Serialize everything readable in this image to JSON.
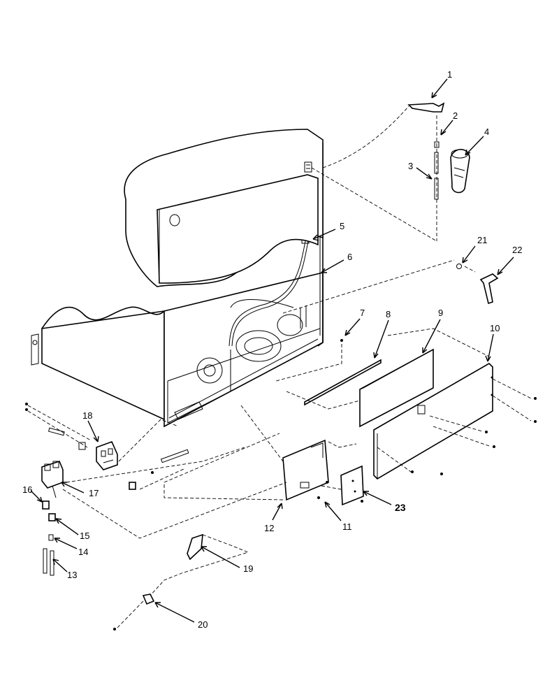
{
  "callouts": {
    "c1": "1",
    "c2": "2",
    "c3": "3",
    "c4": "4",
    "c5": "5",
    "c6": "6",
    "c7": "7",
    "c8": "8",
    "c9": "9",
    "c10": "10",
    "c11": "11",
    "c12": "12",
    "c13": "13",
    "c14": "14",
    "c15": "15",
    "c16": "16",
    "c17": "17",
    "c18": "18",
    "c19": "19",
    "c20": "20",
    "c21": "21",
    "c22": "22",
    "c23": "23"
  },
  "style": {
    "line_color": "#000000",
    "background": "#ffffff"
  }
}
